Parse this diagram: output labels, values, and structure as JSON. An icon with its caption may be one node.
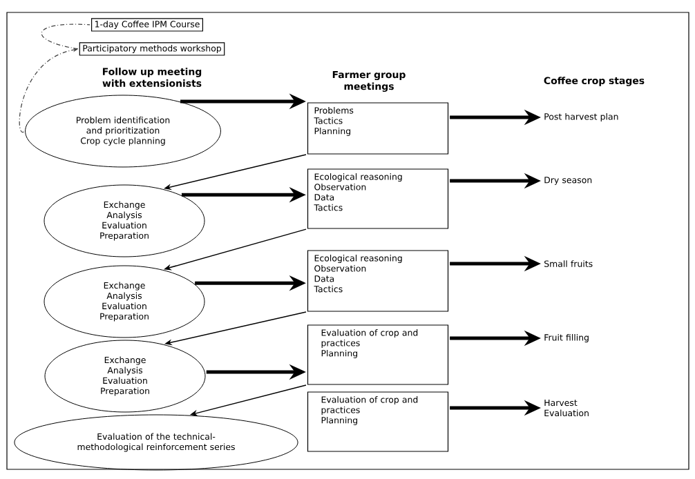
{
  "diagram": {
    "nodes": [
      {
        "text": [
          "1-day Coffee IPM Course"
        ]
      },
      {
        "text": [
          "Participatory methods workshop"
        ]
      },
      {
        "text": [
          "Problem identification and prioritization",
          "Crop cycle planning"
        ]
      },
      {
        "text": [
          "Problems",
          "Tactics",
          "Planning"
        ]
      },
      {
        "text": [
          "Post harvest plan"
        ]
      },
      {
        "text": [
          "Exchange",
          "Analysis",
          "Evaluation",
          "Preparation"
        ]
      },
      {
        "text": [
          "Ecological reasoning",
          "Observation",
          "Data",
          "Tactics"
        ]
      },
      {
        "text": [
          "Dry season"
        ]
      },
      {
        "text": [
          "Exchange",
          "Analysis",
          "Evaluation",
          "Preparation"
        ]
      },
      {
        "text": [
          "Ecological reasoning",
          "Observation",
          "Data",
          "Tactics"
        ]
      },
      {
        "text": [
          "Small fruits"
        ]
      },
      {
        "text": [
          "Exchange",
          "Analysis",
          "Evaluation",
          "Preparation"
        ]
      },
      {
        "text": [
          "Evaluation of crop and practices",
          "Planning"
        ]
      },
      {
        "text": [
          "Fruit filling"
        ]
      },
      {
        "text": [
          "Evaluation of crop and practices",
          "Planning"
        ]
      },
      {
        "text": [
          "Harvest",
          "Evaluation"
        ]
      },
      {
        "text": [
          "Evaluation of the technical-methodological reinforcement series"
        ]
      }
    ],
    "edges": [
      {
        "from": 2,
        "to": 1,
        "arrow": "to",
        "style": "dashed"
      },
      {
        "from": 1,
        "to": 0,
        "arrow": "none",
        "style": "dashed"
      },
      {
        "from": 2,
        "to": 3,
        "arrow": "to"
      },
      {
        "from": 3,
        "to": 4,
        "arrow": "to"
      },
      {
        "from": 3,
        "to": 5,
        "arrow": "to"
      },
      {
        "from": 5,
        "to": 6,
        "arrow": "to"
      },
      {
        "from": 6,
        "to": 7,
        "arrow": "to"
      },
      {
        "from": 6,
        "to": 8,
        "arrow": "to"
      },
      {
        "from": 8,
        "to": 9,
        "arrow": "to"
      },
      {
        "from": 9,
        "to": 10,
        "arrow": "to"
      },
      {
        "from": 9,
        "to": 11,
        "arrow": "to"
      },
      {
        "from": 11,
        "to": 12,
        "arrow": "to"
      },
      {
        "from": 12,
        "to": 13,
        "arrow": "to"
      },
      {
        "from": 12,
        "to": 16,
        "arrow": "to"
      },
      {
        "from": 14,
        "to": 15,
        "arrow": "to"
      }
    ],
    "labels": [
      "Follow up meeting with extensionists",
      "Farmer group meetings",
      "Coffee crop stages"
    ]
  }
}
